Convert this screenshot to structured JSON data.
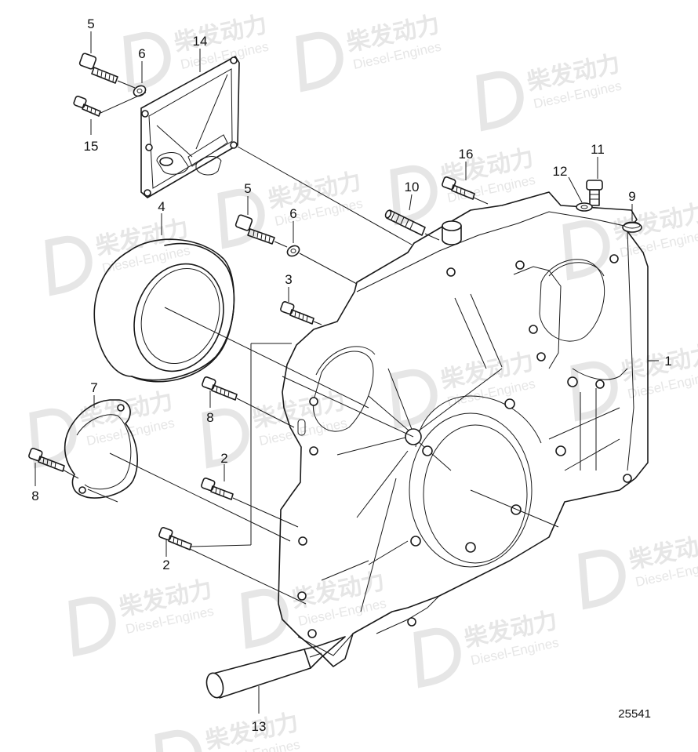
{
  "watermark": {
    "brand_cn": "柴发动力",
    "brand_en": "Diesel-Engines"
  },
  "figure_id": "25541",
  "callouts": [
    "1",
    "2",
    "2",
    "3",
    "4",
    "5",
    "5",
    "6",
    "6",
    "7",
    "8",
    "8",
    "9",
    "10",
    "11",
    "12",
    "13",
    "14",
    "15",
    "16"
  ]
}
